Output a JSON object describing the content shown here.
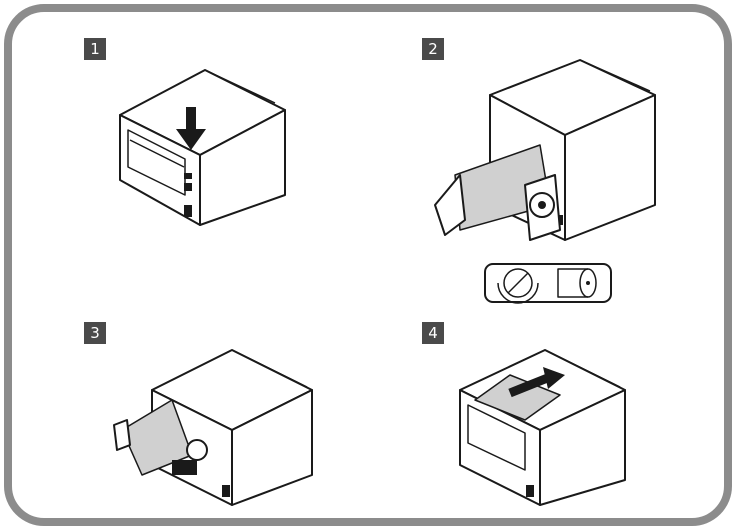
{
  "steps": [
    {
      "number": "1",
      "icon": "press-lever-arrow"
    },
    {
      "number": "2",
      "icon": "insert-paper-roll"
    },
    {
      "number": "3",
      "icon": "close-cover"
    },
    {
      "number": "4",
      "icon": "tear-paper-arrow"
    }
  ],
  "colors": {
    "frame": "#8c8c8c",
    "badge": "#4a4a4a",
    "paper": "#d0d0d0",
    "line": "#1a1a1a"
  }
}
